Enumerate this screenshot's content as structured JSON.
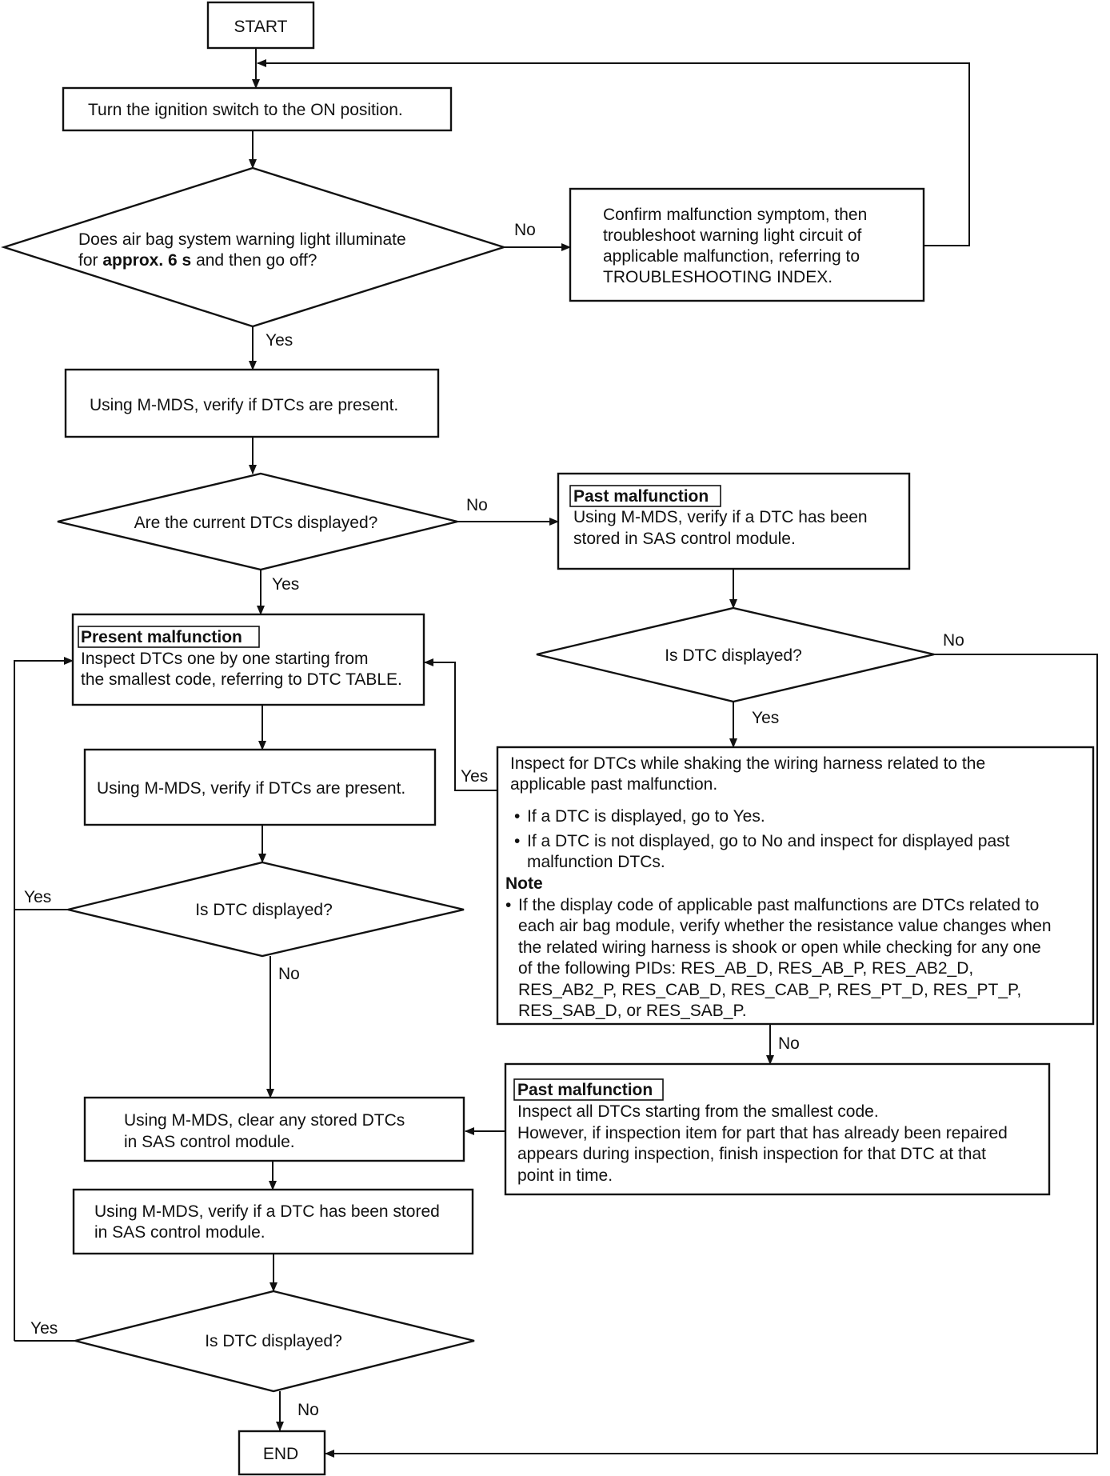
{
  "start": "START",
  "end": "END",
  "step_ignition": "Turn the ignition switch to the ON position.",
  "decision_warning_light": {
    "line1": "Does air bag system warning light illuminate",
    "line2_pre": "for ",
    "line2_bold": "approx. 6 s",
    "line2_post": " and then go off?"
  },
  "confirm_symptom": [
    "Confirm malfunction symptom, then",
    "troubleshoot warning light circuit of",
    "applicable malfunction, referring to",
    "TROUBLESHOOTING INDEX."
  ],
  "step_verify_dtcs_1": "Using M-MDS, verify if DTCs are present.",
  "decision_current_dtcs": "Are the current DTCs displayed?",
  "past_malfunction_1": {
    "tag": "Past malfunction",
    "lines": [
      "Using M-MDS, verify if a DTC has been",
      "stored in SAS control module."
    ]
  },
  "decision_dtc_displayed_right": "Is DTC displayed?",
  "present_malfunction": {
    "tag": "Present malfunction",
    "lines": [
      "Inspect DTCs one by one starting from",
      "the smallest code, referring to DTC TABLE."
    ]
  },
  "step_verify_dtcs_2": "Using M-MDS, verify if DTCs are present.",
  "inspect_shaking": {
    "lines": [
      "Inspect for DTCs while shaking the wiring harness related to the",
      "applicable past malfunction."
    ],
    "bullets": [
      [
        "If a DTC is displayed, go to Yes."
      ],
      [
        "If a DTC is not displayed, go to No and inspect for displayed past",
        "malfunction DTCs."
      ]
    ],
    "note_title": "Note",
    "note_lines": [
      "If the display code of applicable past malfunctions are DTCs related to",
      "each air bag module, verify whether the resistance value changes when",
      "the related wiring harness is shook or open while checking for any one",
      "of the following PIDs: RES_AB_D, RES_AB_P, RES_AB2_D,",
      "RES_AB2_P, RES_CAB_D, RES_CAB_P, RES_PT_D, RES_PT_P,",
      "RES_SAB_D, or RES_SAB_P."
    ]
  },
  "decision_dtc_displayed_left": "Is DTC displayed?",
  "past_malfunction_2": {
    "tag": "Past malfunction",
    "lines": [
      "Inspect all DTCs starting from the smallest code.",
      "However, if inspection item for part that has already been repaired",
      "appears during inspection, finish inspection for that DTC at that",
      "point in time."
    ]
  },
  "step_clear_dtcs": [
    "Using M-MDS, clear any stored DTCs",
    "in SAS control module."
  ],
  "step_verify_stored": [
    "Using M-MDS, verify if a DTC has been stored",
    "in SAS control module."
  ],
  "decision_dtc_displayed_bottom": "Is DTC displayed?",
  "labels": {
    "yes": "Yes",
    "no": "No"
  }
}
